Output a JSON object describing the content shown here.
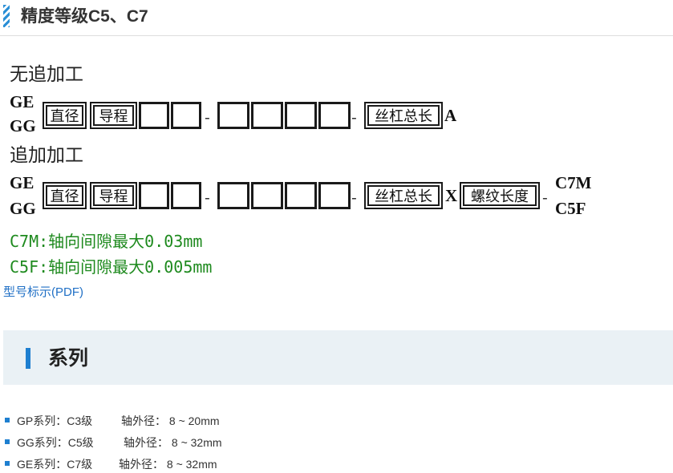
{
  "header": {
    "title": "精度等级C5、C7"
  },
  "diagram": {
    "no_extra": {
      "caption": "无追加工",
      "prefix": [
        "GE",
        "GG"
      ],
      "labels": {
        "diameter": "直径",
        "lead": "导程",
        "length": "丝杠总长"
      },
      "dash": "-",
      "suffix": "A"
    },
    "extra": {
      "caption": "追加加工",
      "prefix": [
        "GE",
        "GG"
      ],
      "labels": {
        "diameter": "直径",
        "lead": "导程",
        "length": "丝杠总长",
        "thread": "螺纹长度"
      },
      "dash": "-",
      "x": "X",
      "suffix": [
        "C7M",
        "C5F"
      ]
    }
  },
  "notes": [
    "C7M:轴向间隙最大0.03mm",
    "C5F:轴向间隙最大0.005mm"
  ],
  "pdf_link": "型号标示(PDF)",
  "series_section": {
    "title": "系列",
    "items": [
      {
        "series": "GP系列：C3级",
        "shaft": "轴外径： 8 ~ 20mm"
      },
      {
        "series": "GG系列：C5级",
        "shaft": "轴外径： 8 ~ 32mm"
      },
      {
        "series": "GE系列：C7级",
        "shaft": "轴外径： 8 ~ 32mm"
      }
    ]
  },
  "colors": {
    "accent": "#1e7fd0",
    "note_green": "#1e8a1e",
    "link": "#1f6fc5",
    "section_bg": "#eaf1f5"
  }
}
